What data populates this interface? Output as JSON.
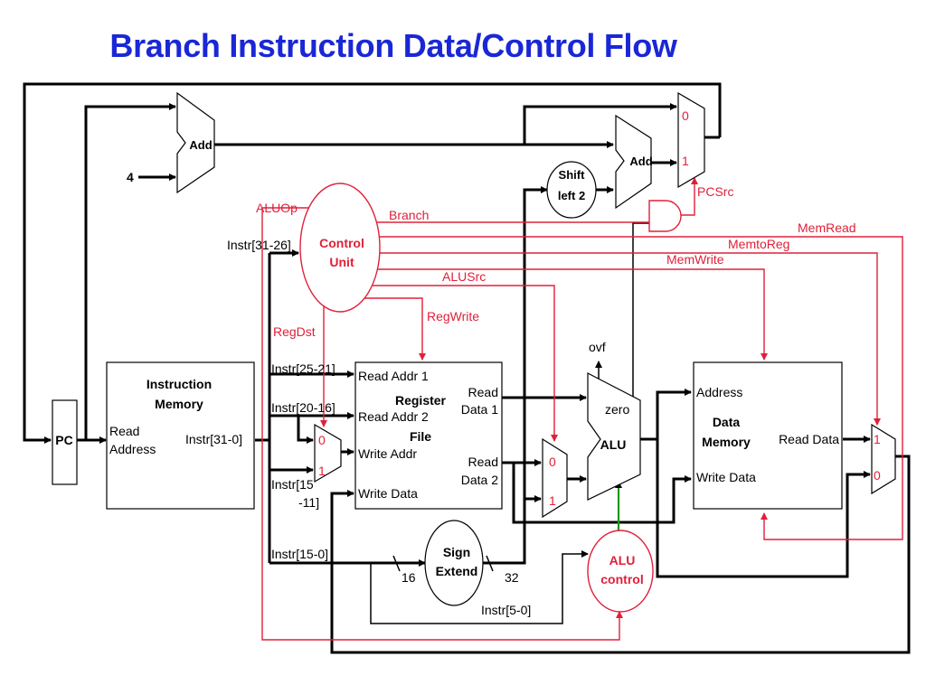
{
  "title": "Branch Instruction Data/Control Flow",
  "components": {
    "pc": "PC",
    "instr_memory": {
      "title1": "Instruction",
      "title2": "Memory",
      "in1": "Read",
      "in2": "Address",
      "out": "Instr[31-0]"
    },
    "add_top": "Add",
    "const_four": "4",
    "add_branch": "Add",
    "shift": {
      "line1": "Shift",
      "line2": "left 2"
    },
    "control_unit": {
      "line1": "Control",
      "line2": "Unit"
    },
    "register_file": {
      "title1": "Register",
      "title2": "File",
      "read_addr1": "Read Addr 1",
      "read_addr2": "Read Addr 2",
      "write_addr": "Write Addr",
      "write_data": "Write Data",
      "read_data1_a": "Read",
      "read_data1_b": "Data 1",
      "read_data2_a": "Read",
      "read_data2_b": "Data 2"
    },
    "alu": {
      "label": "ALU",
      "zero": "zero",
      "ovf": "ovf"
    },
    "data_memory": {
      "title1": "Data",
      "title2": "Memory",
      "address": "Address",
      "write_data": "Write Data",
      "read_data": "Read Data"
    },
    "sign_extend": {
      "line1": "Sign",
      "line2": "Extend",
      "in_width": "16",
      "out_width": "32"
    },
    "alu_control": {
      "line1": "ALU",
      "line2": "control"
    }
  },
  "mux_labels": {
    "zero": "0",
    "one": "1"
  },
  "field_labels": {
    "instr_31_26": "Instr[31-26]",
    "instr_25_21": "Instr[25-21]",
    "instr_20_16": "Instr[20-16]",
    "instr_15_11_a": "Instr[15",
    "instr_15_11_b": "-11]",
    "instr_15_0": "Instr[15-0]",
    "instr_5_0": "Instr[5-0]"
  },
  "control_signals": {
    "aluop": "ALUOp",
    "branch": "Branch",
    "memread": "MemRead",
    "memtoreg": "MemtoReg",
    "memwrite": "MemWrite",
    "alusrc": "ALUSrc",
    "regwrite": "RegWrite",
    "regdst": "RegDst",
    "pcsrc": "PCSrc"
  },
  "colors": {
    "title": "#1a27d6",
    "control": "#e0203a",
    "alu_ctrl_line": "#1a9a1a"
  }
}
